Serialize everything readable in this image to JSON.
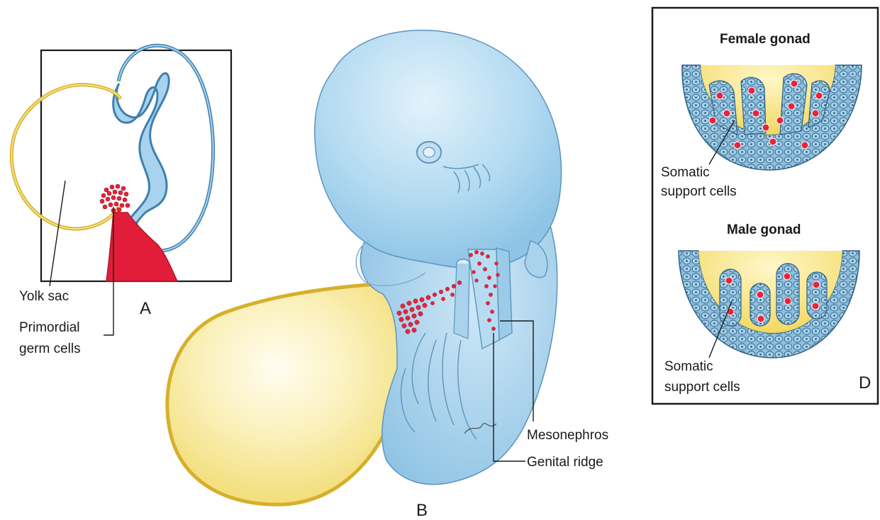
{
  "panel_a": {
    "letter": "A",
    "yolk_sac_label": "Yolk sac",
    "pgc_label_line1": "Primordial",
    "pgc_label_line2": "germ cells"
  },
  "panel_b": {
    "letter": "B",
    "mesonephros_label": "Mesonephros",
    "genital_ridge_label": "Genital ridge"
  },
  "panel_d": {
    "letter": "D",
    "female_title": "Female gonad",
    "male_title": "Male gonad",
    "female_support_line1": "Somatic",
    "female_support_line2": "support cells",
    "male_support_line1": "Somatic",
    "male_support_line2": "support cells"
  },
  "colors": {
    "embryo_blue": "#a9d3ec",
    "embryo_outline": "#4f86b3",
    "yolk_yellow": "#fbeeb0",
    "yolk_outline": "#d7b02a",
    "germ_red": "#e8243c",
    "tissue_red": "#e11d3a"
  }
}
